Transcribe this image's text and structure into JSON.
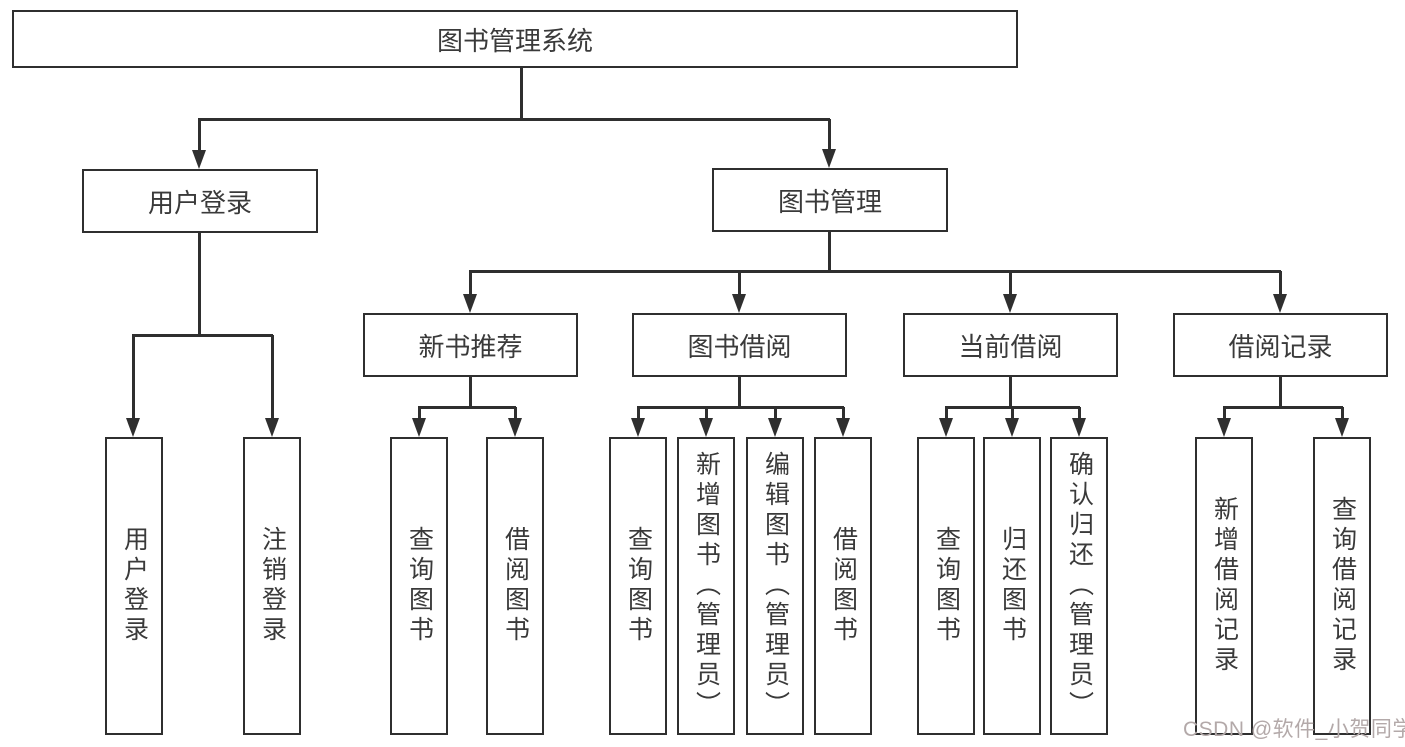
{
  "tree": {
    "root": "图书管理系统",
    "branches": [
      {
        "label": "用户登录",
        "children": [
          "用户登录",
          "注销登录"
        ]
      },
      {
        "label": "图书管理",
        "groups": [
          {
            "label": "新书推荐",
            "children": [
              "查询图书",
              "借阅图书"
            ]
          },
          {
            "label": "图书借阅",
            "children": [
              "查询图书",
              "新增图书（管理员）",
              "编辑图书（管理员）",
              "借阅图书"
            ]
          },
          {
            "label": "当前借阅",
            "children": [
              "查询图书",
              "归还图书",
              "确认归还（管理员）"
            ]
          },
          {
            "label": "借阅记录",
            "children": [
              "新增借阅记录",
              "查询借阅记录"
            ]
          }
        ]
      }
    ]
  },
  "watermark": {
    "text": "CSDN @软件_小贺同学"
  },
  "colors": {
    "line": "#2f2f2f",
    "text": "#3a3a3a",
    "watermark": "#b3a9a9",
    "background": "#ffffff"
  }
}
